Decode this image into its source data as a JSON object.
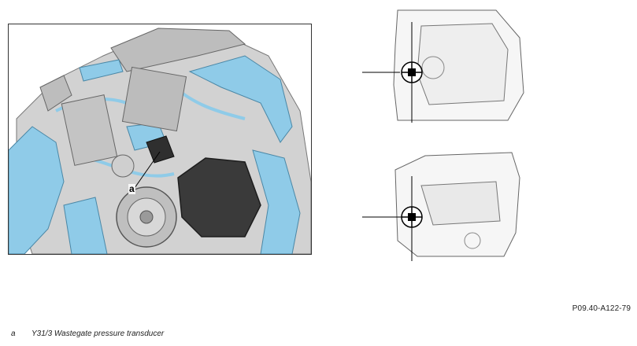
{
  "callout": {
    "letter": "a"
  },
  "figure_id": "P09.40-A122-79",
  "legend": [
    {
      "key": "a",
      "text": "Y31/3 Wastegate pressure transducer"
    }
  ],
  "colors": {
    "highlight_blue": "#8fcbe8",
    "engine_grey": "#c9c9c9",
    "dark_component": "#3a3a3a",
    "outline": "#555555"
  }
}
